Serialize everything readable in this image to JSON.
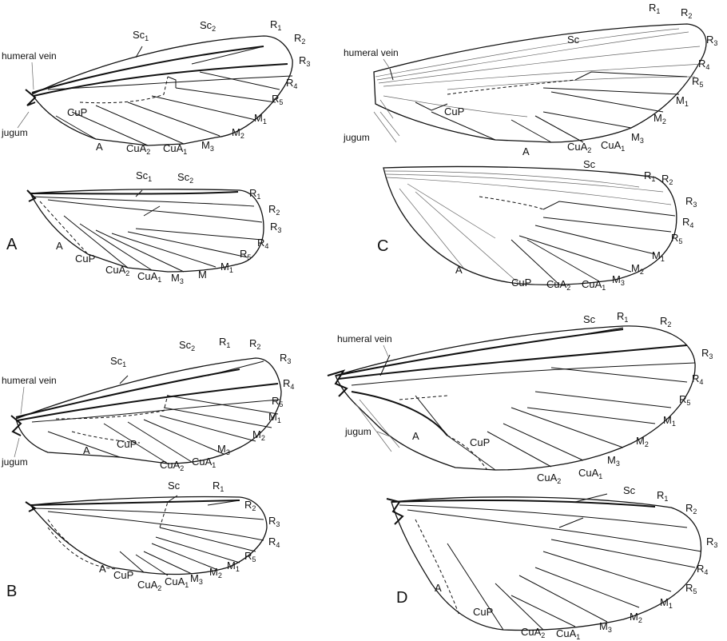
{
  "panels": [
    "A",
    "B",
    "C",
    "D"
  ],
  "terms": {
    "humeral_vein": "humeral vein",
    "jugum": "jugum",
    "sc": "Sc",
    "cup": "CuP",
    "a": "A",
    "m": "M"
  },
  "vein_labels": {
    "sc1": {
      "base": "Sc",
      "sub": "1"
    },
    "sc2": {
      "base": "Sc",
      "sub": "2"
    },
    "r1": {
      "base": "R",
      "sub": "1"
    },
    "r2": {
      "base": "R",
      "sub": "2"
    },
    "r3": {
      "base": "R",
      "sub": "3"
    },
    "r4": {
      "base": "R",
      "sub": "4"
    },
    "r5": {
      "base": "R",
      "sub": "5"
    },
    "m1": {
      "base": "M",
      "sub": "1"
    },
    "m2": {
      "base": "M",
      "sub": "2"
    },
    "m3": {
      "base": "M",
      "sub": "3"
    },
    "cua1": {
      "base": "CuA",
      "sub": "1"
    },
    "cua2": {
      "base": "CuA",
      "sub": "2"
    }
  }
}
